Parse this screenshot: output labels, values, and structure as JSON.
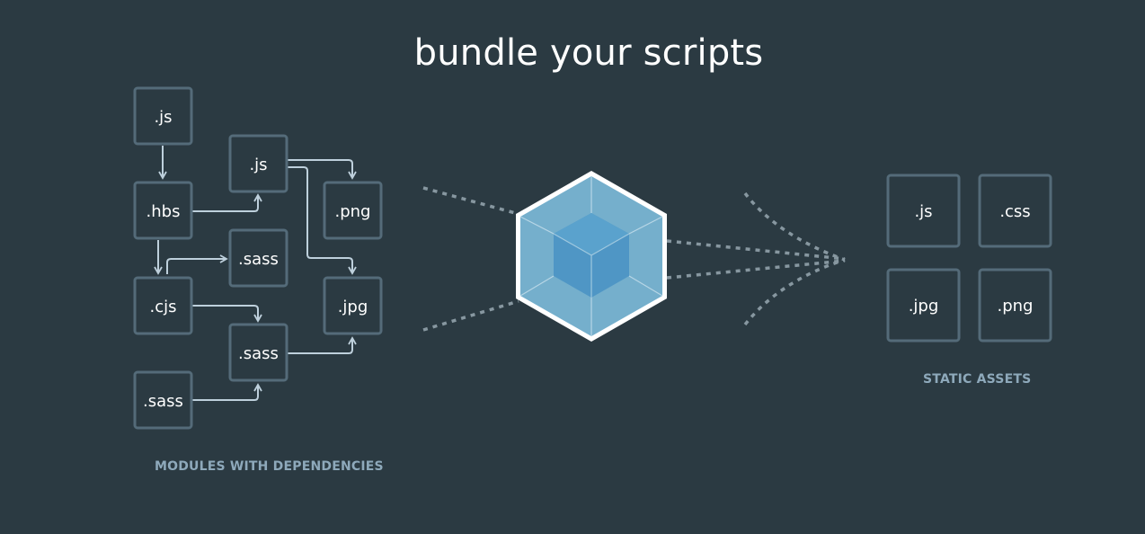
{
  "title": "bundle your scripts",
  "modules_caption": "MODULES WITH DEPENDENCIES",
  "static_caption": "STATIC ASSETS",
  "modules": [
    ".js",
    ".js",
    ".hbs",
    ".png",
    ".sass",
    ".cjs",
    ".jpg",
    ".sass",
    ".sass"
  ],
  "assets": [
    ".js",
    ".css",
    ".jpg",
    ".png"
  ],
  "colors": {
    "background": "#2b3a42",
    "box_border": "#546b79",
    "arrow": "#bed0dc",
    "caption": "#8ea9bb",
    "cube_outer": "#75afcc",
    "cube_inner": "#4f96c5",
    "dots": "#8797a0"
  }
}
